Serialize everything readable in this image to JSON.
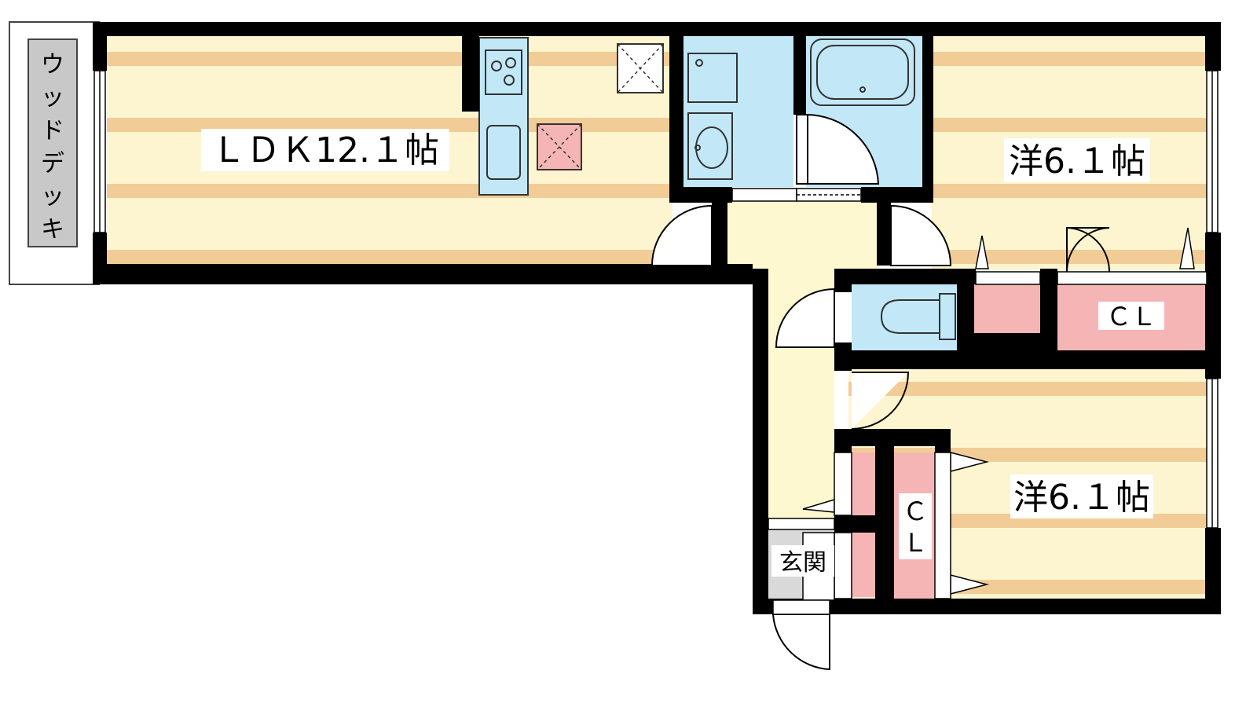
{
  "rooms": {
    "ldk": "ＬＤＫ12.１帖",
    "western_upper": "洋6.１帖",
    "western_lower": "洋6.１帖",
    "wood_deck": "ウッドデッキ",
    "entrance": "玄関"
  },
  "closets": {
    "upper": "ＣＬ",
    "lower_top": "Ｃ",
    "lower_bottom": "Ｌ"
  },
  "colors": {
    "wall": "#000000",
    "floor_stripe_light": "#fdf5cf",
    "floor_stripe_dark": "#f2cc96",
    "wet_area": "#c2e8f7",
    "closet": "#f5b5b5",
    "deck": "#c8c8c8",
    "entrance": "#d9d9d9",
    "hallway": "#fdf8cf"
  }
}
